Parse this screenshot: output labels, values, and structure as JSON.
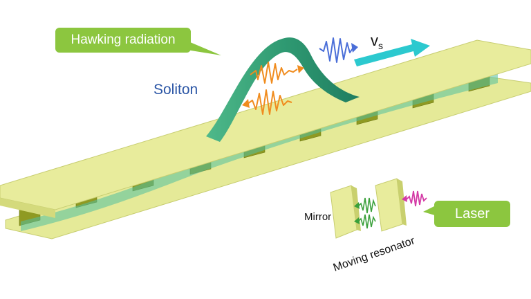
{
  "labels": {
    "hawking": "Hawking radiation",
    "soliton": "Soliton",
    "velocity_main": "v",
    "velocity_sub": "s",
    "mirror": "Mirror",
    "moving_resonator": "Moving resonator",
    "laser": "Laser"
  },
  "colors": {
    "waveguide_top": "#e8ec9c",
    "waveguide_side": "#c9d06e",
    "pillar": "#8f9a22",
    "soliton": "#34a277",
    "callout_bg": "#8cc63f",
    "arrow": "#2cc9cf",
    "wave_orange": "#f08c1e",
    "wave_blue": "#4a6ed8",
    "wave_green": "#3aa03a",
    "wave_magenta": "#d43aa6",
    "soliton_text": "#2a55a5"
  }
}
